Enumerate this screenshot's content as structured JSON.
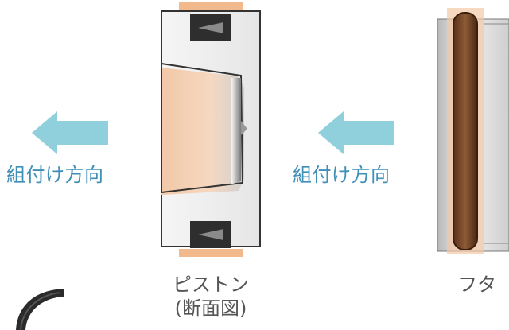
{
  "left_direction": {
    "label": "組付け方向",
    "icon": "arrow-left-icon",
    "color": "#8fd0dc"
  },
  "middle_direction": {
    "label": "組付け方向",
    "icon": "arrow-left-icon",
    "color": "#8fd0dc"
  },
  "piston": {
    "caption_line1": "ピストン",
    "caption_line2": "(断面図)"
  },
  "lid": {
    "caption": "フタ"
  },
  "colors": {
    "seal_orange": "#f2b98c",
    "direction_text": "#3f8fb7",
    "oring_brown": "#7a4a2a"
  }
}
